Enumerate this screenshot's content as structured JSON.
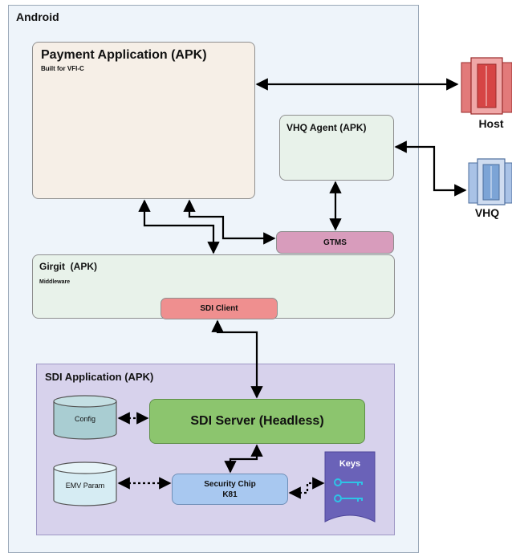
{
  "android": {
    "label": "Android"
  },
  "payment_app": {
    "title": "Payment Application (APK)",
    "subtitle": "Built for VFI-C"
  },
  "vhq_agent": {
    "title": "VHQ Agent (APK)"
  },
  "gtms": {
    "label": "GTMS"
  },
  "girgit": {
    "title": "Girgit  (APK)",
    "subtitle": "Middleware"
  },
  "sdi_client": {
    "label": "SDI Client"
  },
  "sdi_app": {
    "title": "SDI Application (APK)"
  },
  "config": {
    "label": "Config"
  },
  "sdi_server": {
    "label": "SDI Server (Headless)"
  },
  "emv_param": {
    "label": "EMV Param"
  },
  "security_chip": {
    "line1": "Security Chip",
    "line2": "K81"
  },
  "keys": {
    "label": "Keys"
  },
  "host": {
    "label": "Host"
  },
  "vhq": {
    "label": "VHQ"
  },
  "colors": {
    "android_bg": "#eef4fa",
    "payment_bg": "#f6efe7",
    "vhq_agent_bg": "#e8f2ea",
    "gtms_bg": "#d89cbc",
    "girgit_bg": "#e8f2ea",
    "sdi_client_bg": "#ef8f8f",
    "sdi_app_bg": "#d7d2ec",
    "db_bg": "#a9cdd2",
    "sdi_server_bg": "#8cc56e",
    "security_chip_bg": "#a8c8f0",
    "keys_bg": "#6a62b8",
    "host_color": "#d64545",
    "vhq_color": "#7ca4d6"
  }
}
